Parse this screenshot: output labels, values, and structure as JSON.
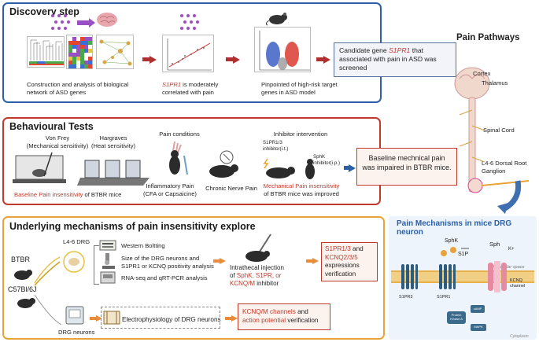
{
  "discovery": {
    "title": "Discovery step",
    "cap1": "Construction and analysis of biological network of ASD genes",
    "cap2_gene": "S1PR1",
    "cap2_rest": " is moderately correlated with pain",
    "cap3": "Pinpointed of high-risk target genes in ASD model",
    "result_pre": "Candidate gene ",
    "result_gene": "S1PR1",
    "result_post": " that associated with pain in ASD was screened",
    "colors": {
      "border": "#2b5fa6",
      "result_bg": "#f2f4fa",
      "result_border": "#5a6fa0"
    }
  },
  "behaviour": {
    "title": "Behavioural Tests",
    "vonfrey": "Von Frey",
    "vonfrey_sub": "(Mechanical sensitivity)",
    "hargraves": "Hargraves",
    "hargraves_sub": "(Heat sensitivity)",
    "baseline_red": "Baseline Pain insensitivity",
    "baseline_black": " of BTBR mice",
    "pain_conditions": "Pain conditions",
    "inflam": "Inflammatory Pain",
    "inflam_sub": "(CFA or Capsaicine)",
    "chronic": "Chronic Nerve Pain",
    "inhibitor_title": "Inhibitor intervention",
    "s1pr_inhib": "S1PR1/3",
    "s1pr_inhib2": "inhibitor(i.t.)",
    "sphk_inhib": "SphK",
    "sphk_inhib2": "inhibitor(i.p.)",
    "mech_red": "Mechanical Pain insensitivity",
    "mech_black": "of BTBR mice was improved",
    "result": "Baseline mechnical pain was impaired in BTBR mice.",
    "colors": {
      "border": "#c0392b",
      "result_bg": "#fdf3ee"
    }
  },
  "mechanisms": {
    "title": "Underlying mechanisms of pain insensitivity explore",
    "btbr": "BTBR",
    "c57": "C57Bl/6J",
    "drg": "L4-6 DRG",
    "western": "Western Boltting",
    "size1": "Size of the DRG neurons and",
    "size2": "S1PR1 or KCNQ positivity analysis",
    "rnaseq": "RNA-seq and qRT-PCR analysis",
    "inj1": "Intrathecal injection",
    "inj2_pre": "of ",
    "inj2_red": "SphK, S1PR, or",
    "inj3_red": "KCNQ/M",
    "inj3_post": " inhibitor",
    "res1_red1": "S1PR1/3",
    "res1_mid": " and",
    "res1_red2": "KCNQ2/3/5",
    "res1_post": "expressions verification",
    "drg_neurons": "DRG neurons",
    "ephys": "Electrophysiology of DRG neurons",
    "res2_red1": "KCNQ/M channels",
    "res2_mid": " and",
    "res2_red2": "action potential",
    "res2_post": " verification",
    "colors": {
      "border": "#e8a33a",
      "result_bg": "#fdf3ee"
    }
  },
  "pathways": {
    "title": "Pain Pathways",
    "cortex": "Cortex",
    "thalamus": "Thalamus",
    "spinal": "Spinal Cord",
    "drg": "L4-6 Dorsal Root Ganglion"
  },
  "drg_mech": {
    "title": "Pain Mechanisms in mice DRG neuron",
    "sphk": "SphK",
    "sph": "Sph",
    "s1p": "S1P",
    "k": "K+",
    "extracellular": "Extracellular space",
    "s1pr3": "S1PR3",
    "s1pr1": "S1PR1",
    "kcnq": "KCNQ channel",
    "pka": "Protein Kinase A",
    "camp": "cAMP",
    "mapk": "MAPK",
    "cytoplasm": "Cytoplasm",
    "colors": {
      "bg": "#eef4fb",
      "title": "#2b5fa6",
      "receptor": "#2d5c7e",
      "channel": "#e58aa0",
      "membrane": "#e9b04a"
    }
  }
}
